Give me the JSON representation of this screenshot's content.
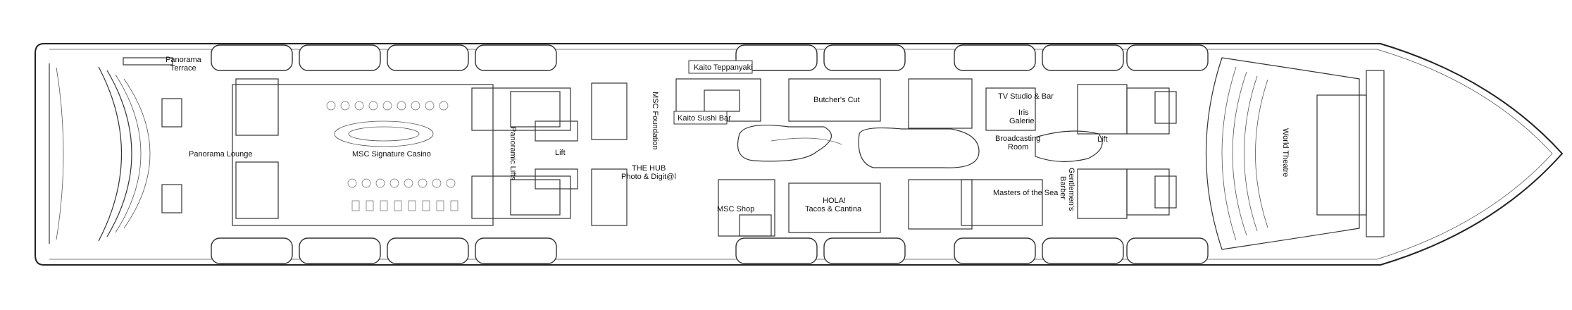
{
  "deck_plan": {
    "labels": {
      "panorama_terrace_1": "Panorama",
      "panorama_terrace_2": "Terrace",
      "panorama_lounge": "Panorama Lounge",
      "msc_signature_casino": "MSC Signature Casino",
      "panoramic_lifts": "Panoramic Lifts",
      "lift_mid": "Lift",
      "msc_foundation": "MSC Foundation",
      "kaito_teppanyaki": "Kaito Teppanyaki",
      "kaito_sushi_bar": "Kaito Sushi Bar",
      "the_hub_1": "THE HUB",
      "the_hub_2": "Photo & Digit@l",
      "msc_shop": "MSC Shop",
      "butchers_cut": "Butcher's Cut",
      "hola_1": "HOLA!",
      "hola_2": "Tacos & Cantina",
      "tv_studio_bar": "TV Studio & Bar",
      "iris_galerie_1": "Iris",
      "iris_galerie_2": "Galerie",
      "broadcasting_room_1": "Broadcasting",
      "broadcasting_room_2": "Room",
      "masters_of_the_sea": "Masters of the Sea",
      "gentlemens_barber_1": "Gentlemen's",
      "gentlemens_barber_2": "Barber",
      "lift_fwd": "Lift",
      "world_theatre": "World Theatre"
    }
  }
}
